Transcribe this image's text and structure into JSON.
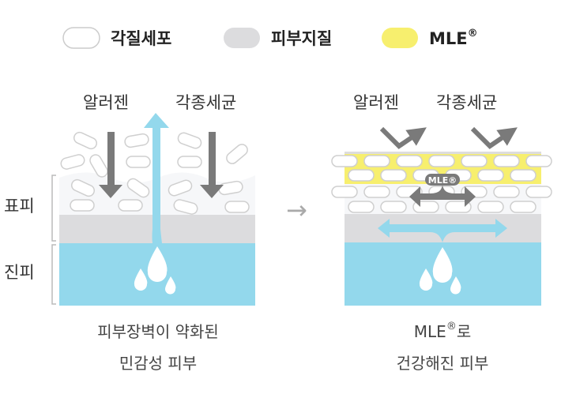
{
  "legend": [
    {
      "label": "각질세포",
      "color": "#ffffff"
    },
    {
      "label": "피부지질",
      "color": "#dcdcde"
    },
    {
      "label": "MLE",
      "sup": "®",
      "color": "#f7ef6e"
    }
  ],
  "side_labels": {
    "epidermis": "표피",
    "dermis": "진피"
  },
  "left": {
    "allergen": "알러젠",
    "bacteria": "각종세균",
    "caption_line1": "피부장벽이 약화된",
    "caption_line2": "민감성 피부"
  },
  "right": {
    "allergen": "알러젠",
    "bacteria": "각종세균",
    "badge": "MLE®",
    "caption_mle": "MLE",
    "caption_sup": "®",
    "caption_line1_suffix": "로",
    "caption_line2": "건강해진 피부"
  },
  "colors": {
    "water": "#93d8ec",
    "lipid": "#dcdcde",
    "mle": "#f7ef6e",
    "arrow": "#7a7a7a",
    "cell_stroke": "#cfcfcf"
  }
}
